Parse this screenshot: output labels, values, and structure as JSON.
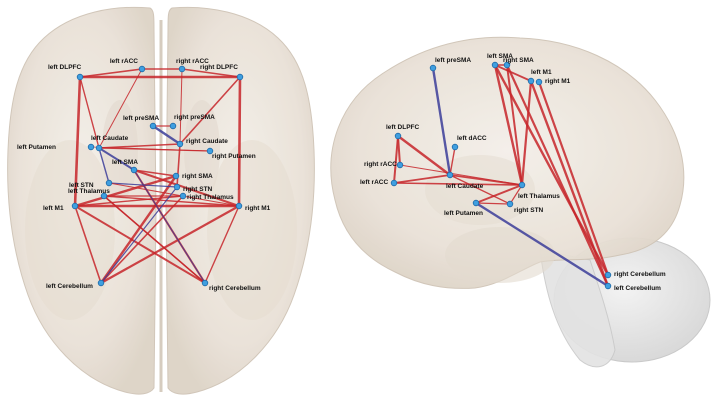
{
  "views": [
    {
      "id": "axial",
      "nodes": [
        {
          "id": "lrACC",
          "label": "left rACC"
        },
        {
          "id": "rrACC",
          "label": "right rACC"
        },
        {
          "id": "lDLPFC",
          "label": "left DLPFC"
        },
        {
          "id": "rDLPFC",
          "label": "right DLPFC"
        },
        {
          "id": "lpreSMA",
          "label": "left preSMA"
        },
        {
          "id": "rpreSMA",
          "label": "right preSMA"
        },
        {
          "id": "lCaudate",
          "label": "left Caudate"
        },
        {
          "id": "rCaudate",
          "label": "right Caudate"
        },
        {
          "id": "lPutamen",
          "label": "left Putamen"
        },
        {
          "id": "rPutamen",
          "label": "right Putamen"
        },
        {
          "id": "lSMA",
          "label": "left SMA"
        },
        {
          "id": "rSMA",
          "label": "right SMA"
        },
        {
          "id": "lSTN",
          "label": "left STN"
        },
        {
          "id": "rSTN",
          "label": "right STN"
        },
        {
          "id": "lThalamus",
          "label": "left Thalamus"
        },
        {
          "id": "rThalamus",
          "label": "right Thalamus"
        },
        {
          "id": "lM1",
          "label": "left M1"
        },
        {
          "id": "rM1",
          "label": "right M1"
        },
        {
          "id": "lCerebellum",
          "label": "left Cerebellum"
        },
        {
          "id": "rCerebellum",
          "label": "right Cerebellum"
        }
      ]
    },
    {
      "id": "sagittal",
      "nodes": [
        {
          "id": "lpreSMA",
          "label": "left preSMA"
        },
        {
          "id": "lSMA",
          "label": "left SMA"
        },
        {
          "id": "rSMA",
          "label": "right SMA"
        },
        {
          "id": "lM1",
          "label": "left M1"
        },
        {
          "id": "rM1",
          "label": "right M1"
        },
        {
          "id": "lDLPFC",
          "label": "left DLPFC"
        },
        {
          "id": "ldACC",
          "label": "left dACC"
        },
        {
          "id": "rrACC",
          "label": "right rACC"
        },
        {
          "id": "lrACC",
          "label": "left rACC"
        },
        {
          "id": "lCaudate",
          "label": "left Caudate"
        },
        {
          "id": "lThalamus",
          "label": "left Thalamus"
        },
        {
          "id": "lPutamen",
          "label": "left Putamen"
        },
        {
          "id": "rSTN",
          "label": "right STN"
        },
        {
          "id": "rCerebellum",
          "label": "right Cerebellum"
        },
        {
          "id": "lCerebellum",
          "label": "left Cerebellum"
        }
      ]
    }
  ],
  "colors": {
    "positive": "#c7262b",
    "negative": "#3c3e9a",
    "node": "#3f9fe0",
    "brain_fill": "#ece5dc",
    "cerebellum_fill": "#e6e6e6"
  }
}
